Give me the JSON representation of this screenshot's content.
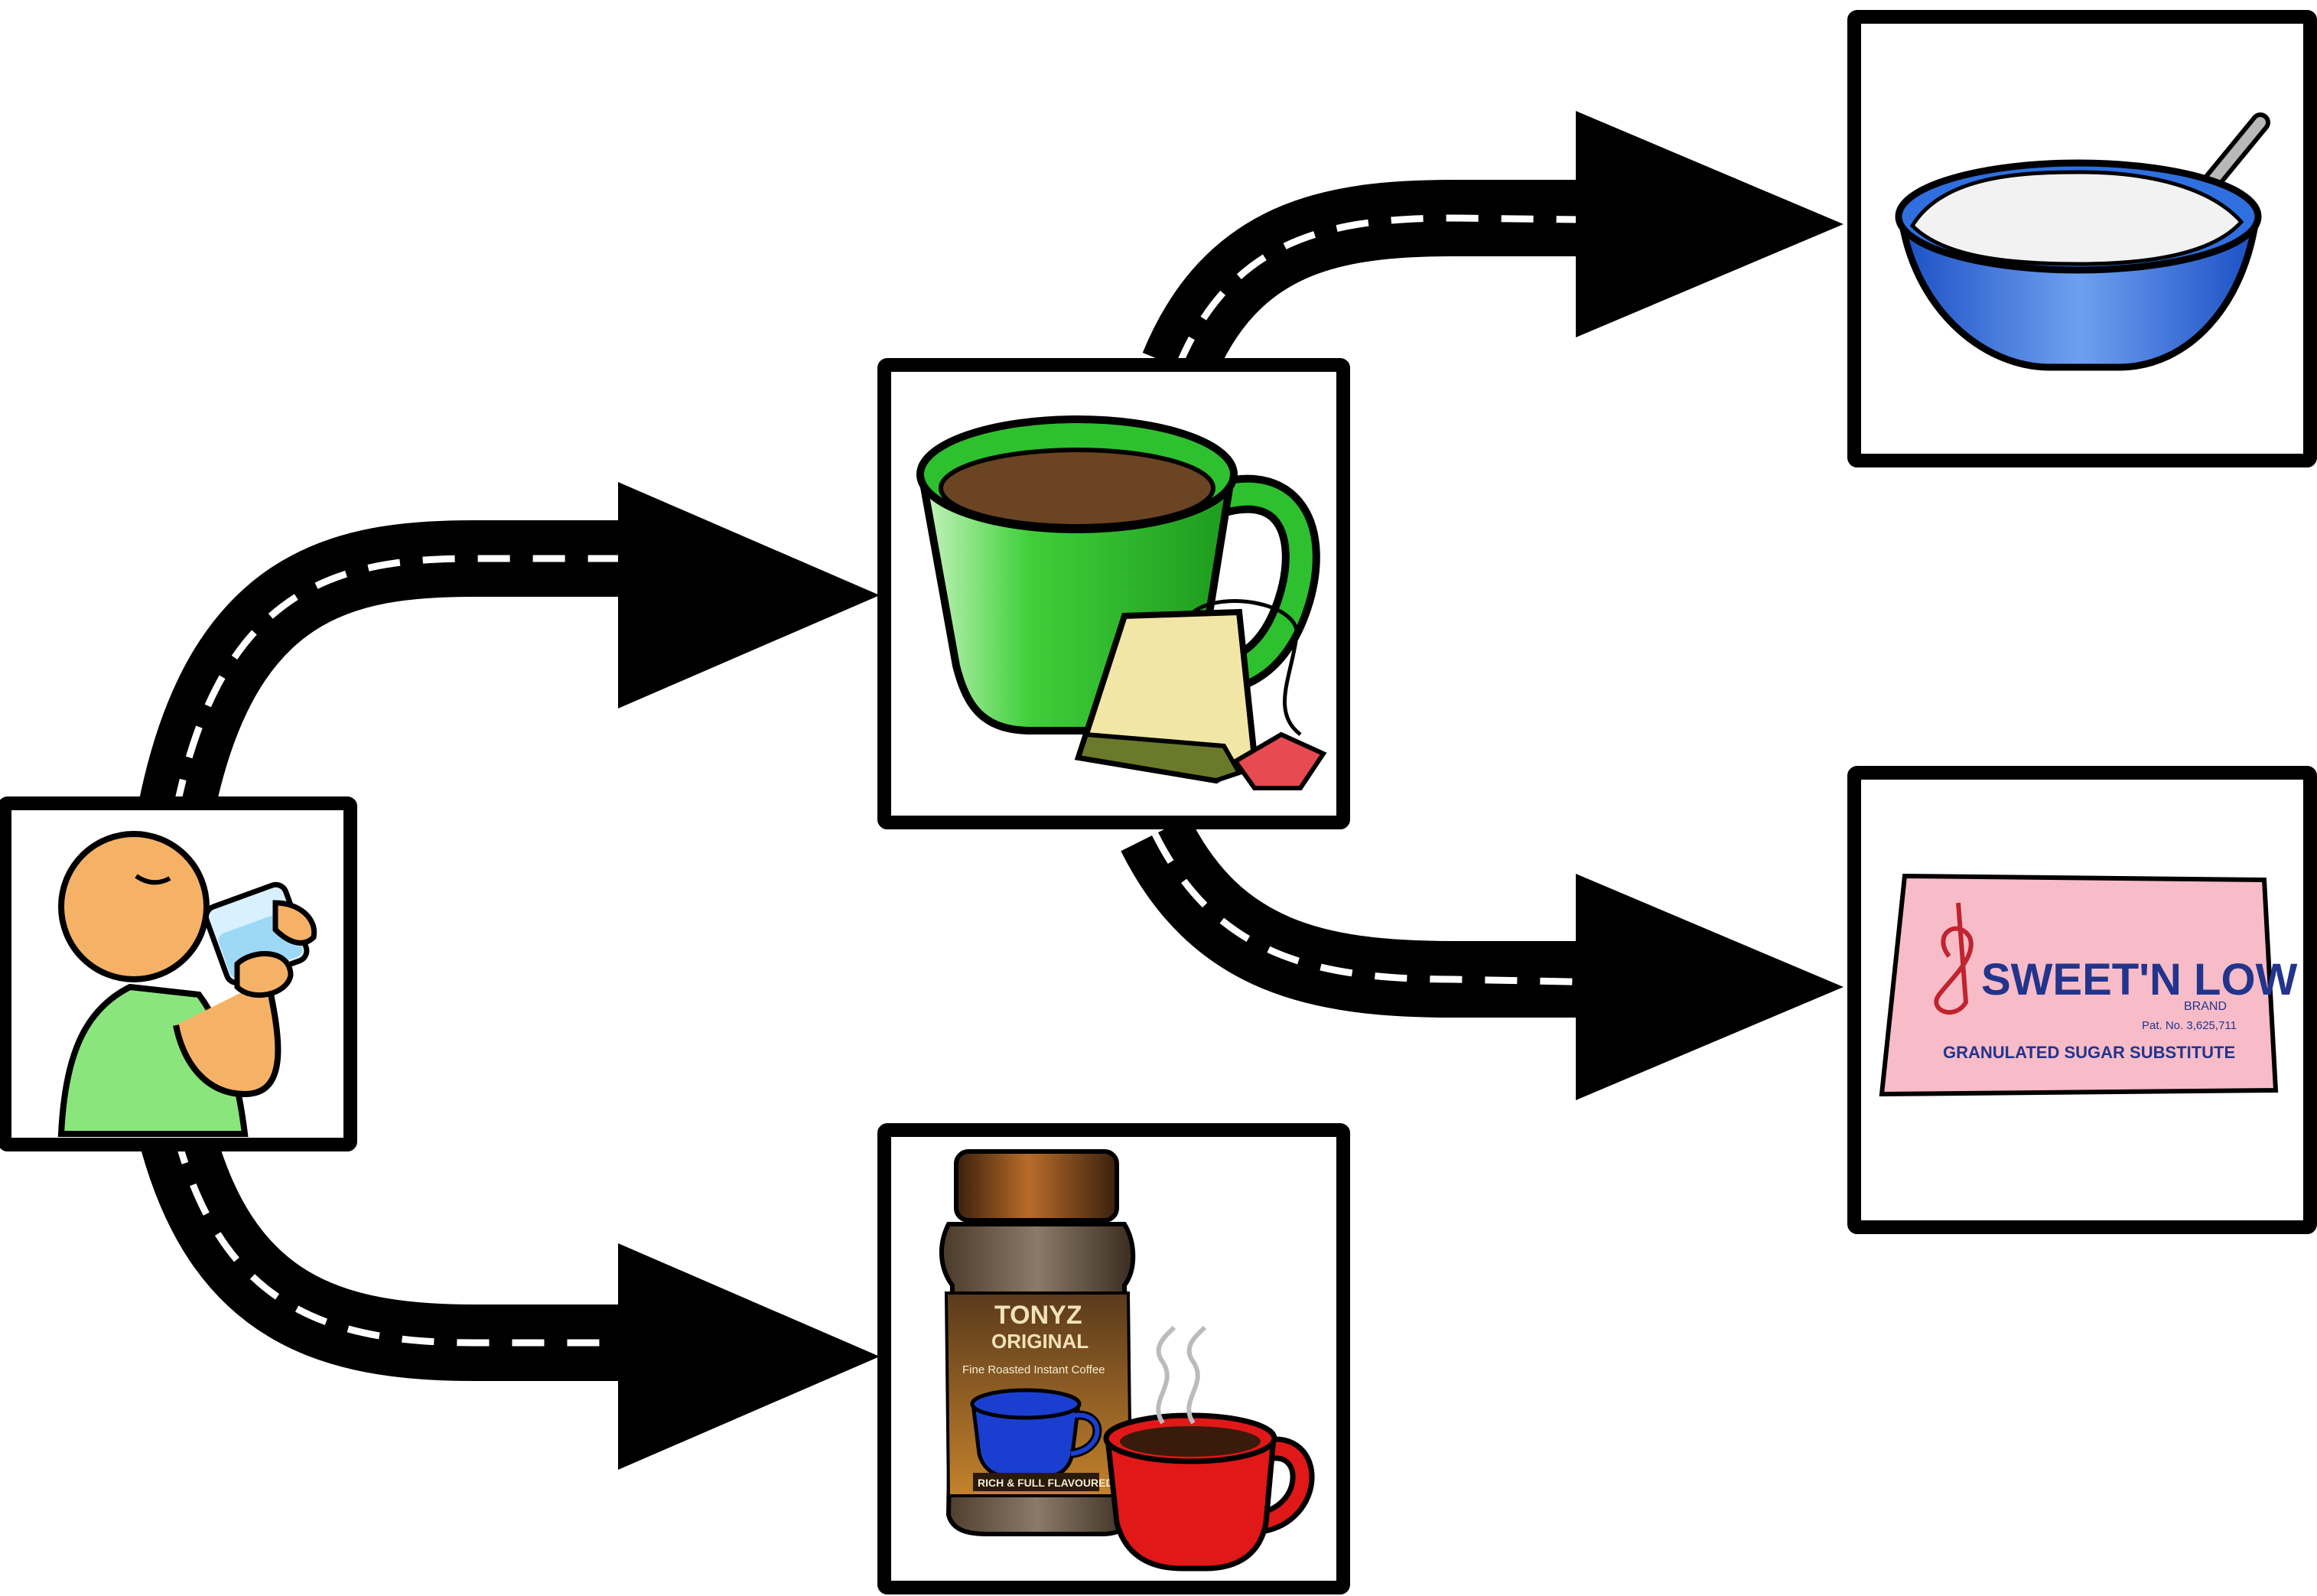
{
  "diagram": {
    "nodes": [
      {
        "id": "drink",
        "icon": "person-drinking-icon"
      },
      {
        "id": "tea",
        "icon": "tea-cup-with-teabag-icon"
      },
      {
        "id": "coffee",
        "icon": "instant-coffee-jar-icon"
      },
      {
        "id": "sugar",
        "icon": "sugar-bowl-icon"
      },
      {
        "id": "sweetener",
        "icon": "sweetener-packet-icon"
      }
    ],
    "edges": [
      {
        "from": "drink",
        "to": "tea"
      },
      {
        "from": "drink",
        "to": "coffee"
      },
      {
        "from": "tea",
        "to": "sugar"
      },
      {
        "from": "tea",
        "to": "sweetener"
      }
    ]
  },
  "coffee_label": {
    "brand_line1": "TONYZ",
    "brand_line2": "ORIGINAL",
    "description": "Fine Roasted Instant Coffee",
    "tagline": "RICH & FULL FLAVOURED"
  },
  "sweetener_label": {
    "brand": "SWEET'N LOW",
    "sub_brand": "BRAND",
    "patent": "Pat. No. 3,625,711",
    "description": "GRANULATED SUGAR SUBSTITUTE"
  },
  "colors": {
    "road": "#000000",
    "road_dash": "#ffffff",
    "tea_cup": "#2fc02f",
    "coffee_liquid": "#6b4423",
    "sugar_bowl": "#2f6fe0",
    "sweetener_packet": "#f7bcc8",
    "sweetener_text": "#22348c",
    "red_cup": "#e01818",
    "blue_cup": "#1a3fd0",
    "skin": "#f5b266",
    "shirt": "#8be57d"
  }
}
